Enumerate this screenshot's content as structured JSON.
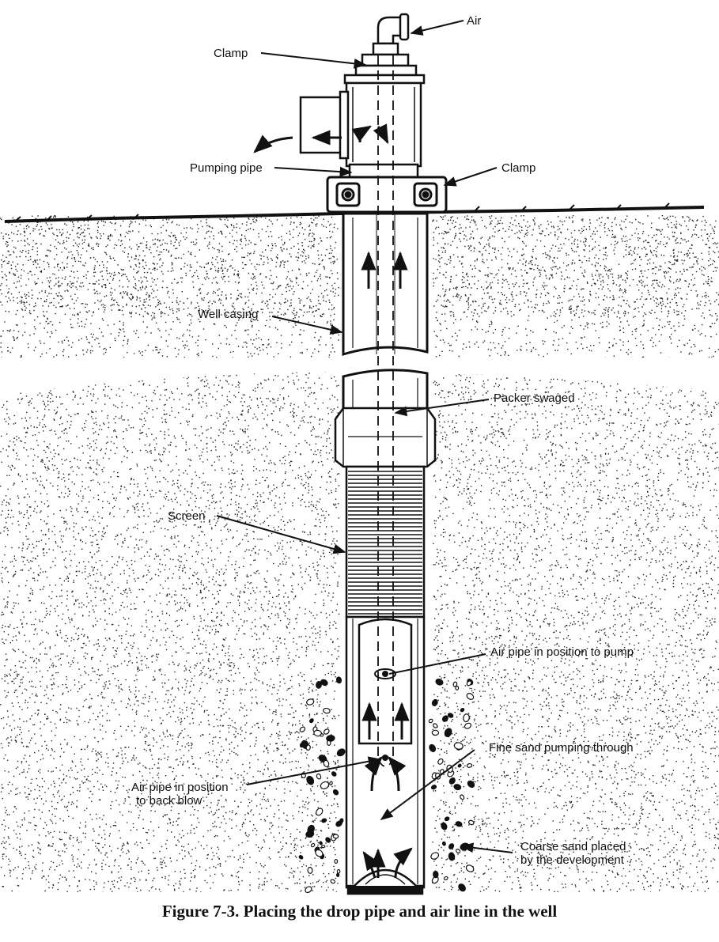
{
  "labels": {
    "air": "Air",
    "clamp_top": "Clamp",
    "pumping_pipe": "Pumping pipe",
    "clamp_right": "Clamp",
    "well_casing": "Well casing",
    "packer_swaged": "Packer swaged",
    "screen": "Screen",
    "air_pipe_pump": "Air pipe in position to pump",
    "fine_sand": "Fine sand pumping through",
    "air_pipe_back_1": "Air pipe in position",
    "air_pipe_back_2": "to back blow",
    "coarse_sand_1": "Coarse sand placed",
    "coarse_sand_2": "by the development"
  },
  "caption": "Figure 7-3.  Placing the drop pipe and air line in the well"
}
